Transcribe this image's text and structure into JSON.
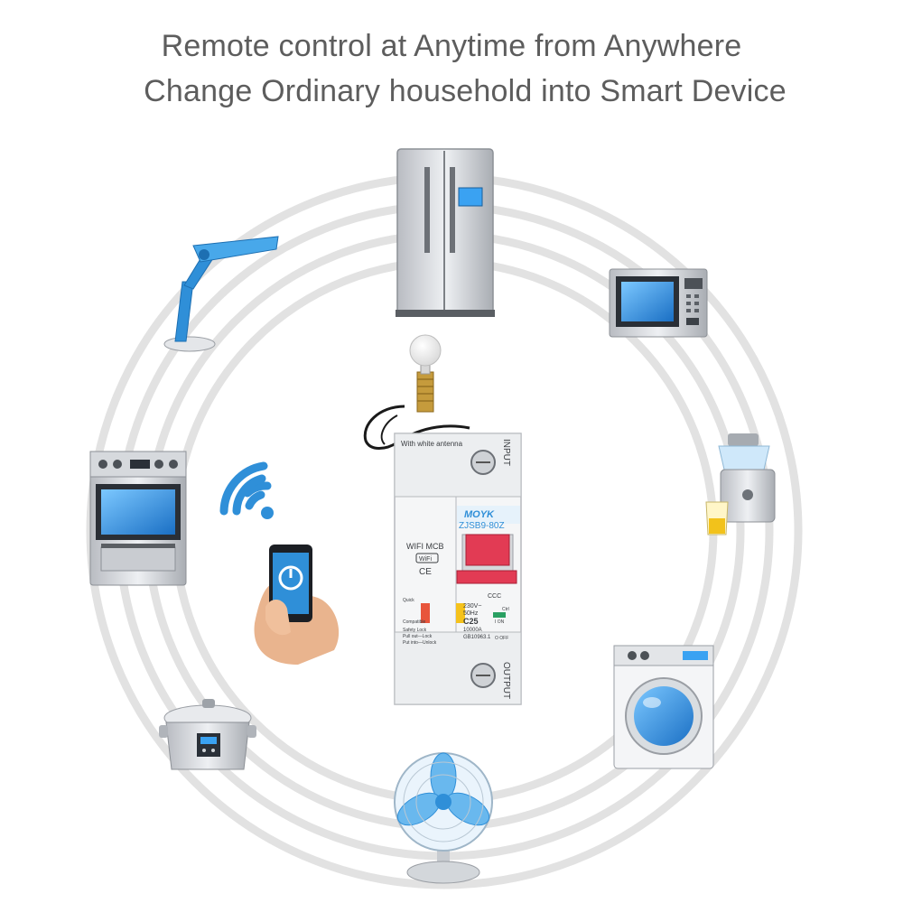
{
  "headline": {
    "line1": "Remote control at Anytime from Anywhere",
    "line2": "Change Ordinary household into Smart Device"
  },
  "breaker": {
    "brand": "MOYK",
    "model": "ZJSB9-80Z",
    "antenna_note": "With white antenna",
    "wifi_label": "WIFI MCB",
    "wifi_badge": "WiFi",
    "ce_mark": "CE",
    "input_label": "INPUT",
    "output_label": "OUTPUT",
    "voltage": "230V~",
    "frequency": "50Hz",
    "rating": "C25",
    "capacity": "10000A",
    "standard": "GB10963.1",
    "ccc_mark": "CCC",
    "quick_label": "Quick",
    "compatible_label": "Compatible",
    "safety_lock": "Safety Lock",
    "pull_out": "Pull out—Lock",
    "put_into": "Put into—Unlock",
    "on_mark": "I ON",
    "off_mark": "O OFF",
    "ctrl_mark": "Ctrl"
  },
  "appliances": [
    {
      "name": "refrigerator",
      "icon": "fridge-icon"
    },
    {
      "name": "microwave",
      "icon": "microwave-icon"
    },
    {
      "name": "juicer",
      "icon": "juicer-icon"
    },
    {
      "name": "washing machine",
      "icon": "washer-icon"
    },
    {
      "name": "fan",
      "icon": "fan-icon"
    },
    {
      "name": "rice cooker",
      "icon": "rice-cooker-icon"
    },
    {
      "name": "oven",
      "icon": "oven-icon"
    },
    {
      "name": "desk lamp",
      "icon": "lamp-icon"
    }
  ],
  "colors": {
    "ring": "#e2e2e2",
    "appliance_blue": "#2f8fd8",
    "breaker_handle": "#e23b54",
    "headline_text": "#5d5d5d"
  }
}
